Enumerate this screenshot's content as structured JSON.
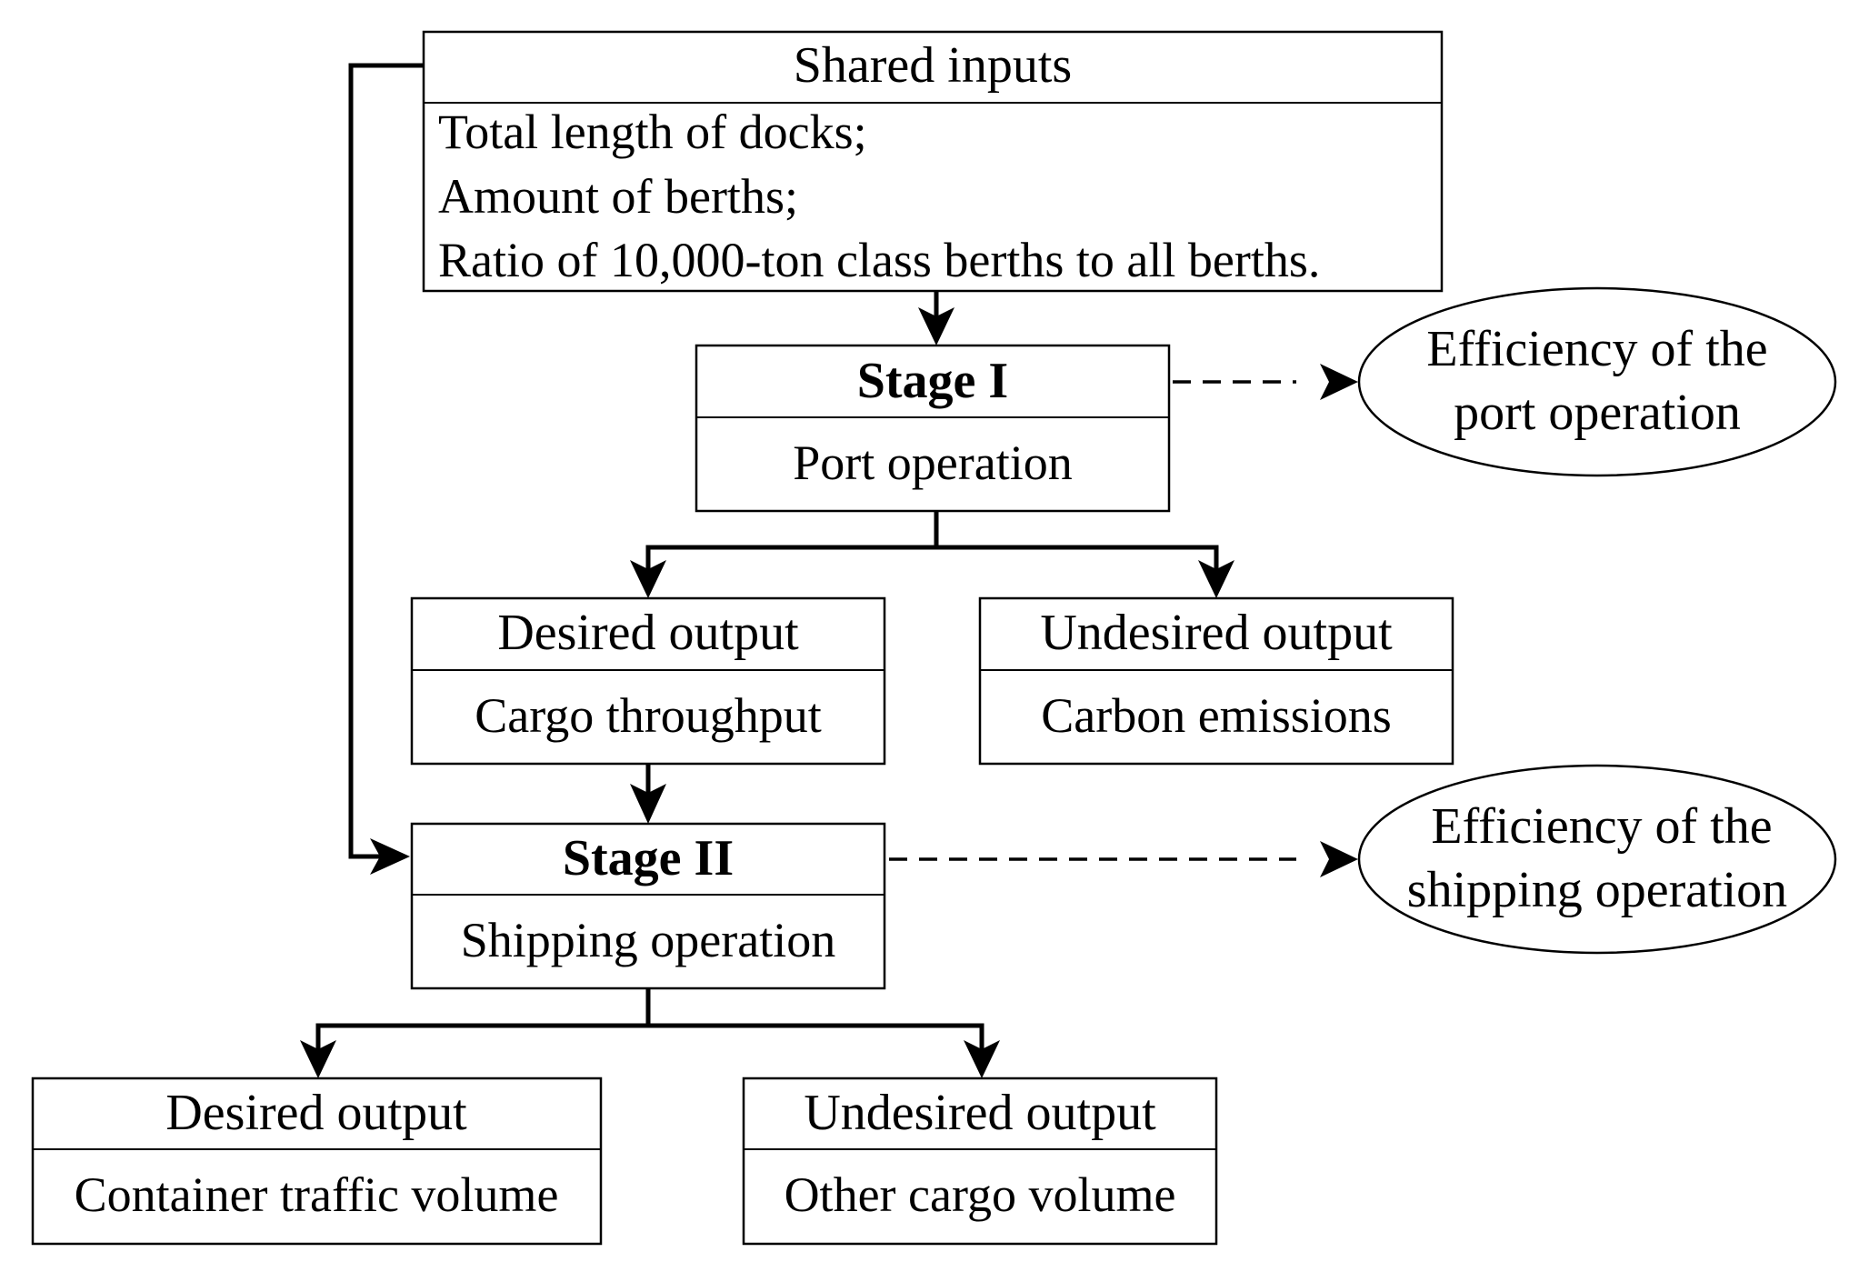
{
  "shared_inputs": {
    "title": "Shared inputs",
    "items": [
      "Total length of docks;",
      "Amount of berths;",
      "Ratio of 10,000-ton class berths to all berths."
    ]
  },
  "stage1": {
    "title": "Stage I",
    "subtitle": "Port operation"
  },
  "stage1_desired": {
    "title": "Desired output",
    "value": "Cargo throughput"
  },
  "stage1_undesired": {
    "title": "Undesired output",
    "value": "Carbon emissions"
  },
  "stage1_efficiency": {
    "line1": "Efficiency of the",
    "line2": "port operation"
  },
  "stage2": {
    "title": "Stage II",
    "subtitle": "Shipping operation"
  },
  "stage2_desired": {
    "title": "Desired output",
    "value": "Container traffic volume"
  },
  "stage2_undesired": {
    "title": "Undesired output",
    "value": "Other cargo volume"
  },
  "stage2_efficiency": {
    "line1": "Efficiency of the",
    "line2": "shipping operation"
  }
}
